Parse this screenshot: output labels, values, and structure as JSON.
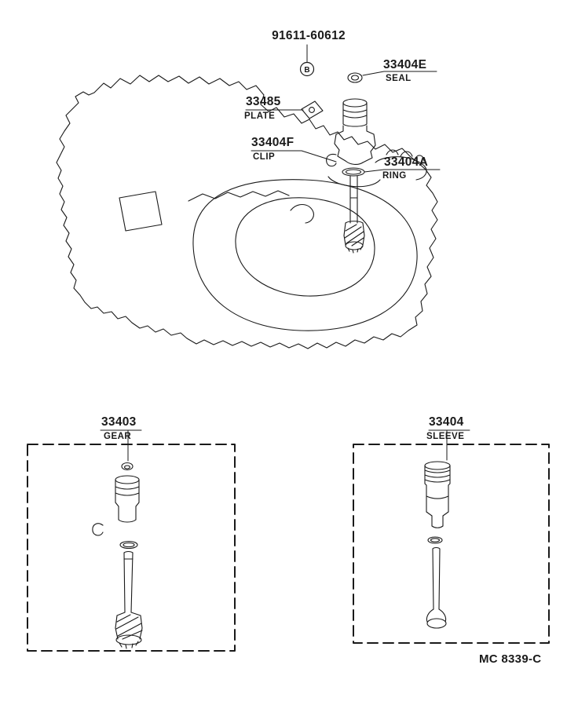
{
  "page": {
    "background": "#ffffff",
    "ink_color": "#1a1a1a",
    "doc_code": "MC 8339-C"
  },
  "callouts": {
    "bolt": {
      "part_number": "91611-60612",
      "symbol": "B"
    },
    "seal": {
      "part_number": "33404E",
      "label": "SEAL"
    },
    "plate": {
      "part_number": "33485",
      "label": "PLATE"
    },
    "clip": {
      "part_number": "33404F",
      "label": "CLIP"
    },
    "ring": {
      "part_number": "33404A",
      "label": "RING"
    },
    "gear": {
      "part_number": "33403",
      "label": "GEAR"
    },
    "sleeve": {
      "part_number": "33404",
      "label": "SLEEVE"
    }
  }
}
